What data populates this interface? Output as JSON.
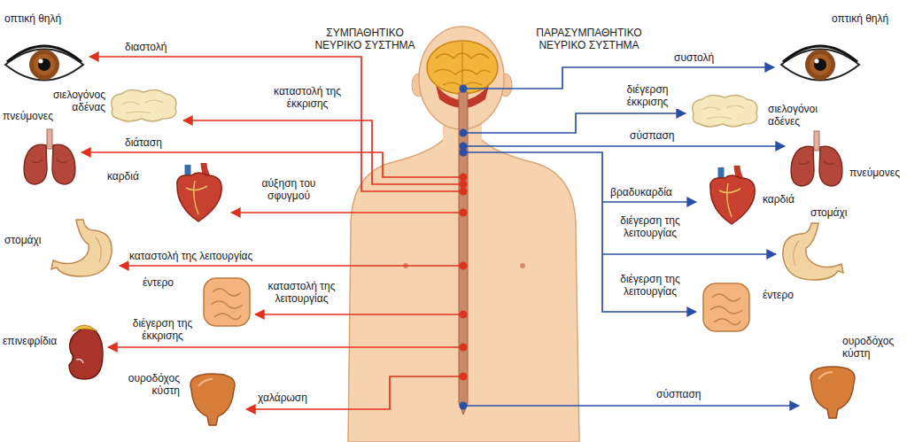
{
  "diagram": {
    "labels": [
      "οπτική θηλή",
      "διαστολή",
      "ΣΥΜΠΑΘΗΤΙΚΟ ΝΕΥΡΙΚΟ ΣΥΣΤΗΜΑ",
      "σιελογόνος αδένας",
      "καταστολή της έκκρισης",
      "πνεύμονες",
      "διάταση",
      "καρδιά",
      "αύξηση του σφυγμού",
      "στομάχι",
      "καταστολή της λειτουργίας",
      "έντερο",
      "καταστολή της λειτουργίας",
      "επινεφρίδια",
      "διέγερση της έκκρισης",
      "ουροδόχος κύστη",
      "χαλάρωση",
      "ΠΑΡΑΣΥΜΠΑΘΗΤΙΚΟ ΝΕΥΡΙΚΟ ΣΥΣΤΗΜΑ",
      "συστολή",
      "οπτική θηλή",
      "διέγερση έκκρισης",
      "σιελογόνοι αδένες",
      "σύσπαση",
      "πνεύμονες",
      "βραδυκαρδία",
      "καρδιά",
      "διέγερση της λειτουργίας",
      "στομάχι",
      "διέγερση της λειτουργίας",
      "έντερο",
      "ουροδόχος κύστη",
      "σύσπαση"
    ]
  }
}
